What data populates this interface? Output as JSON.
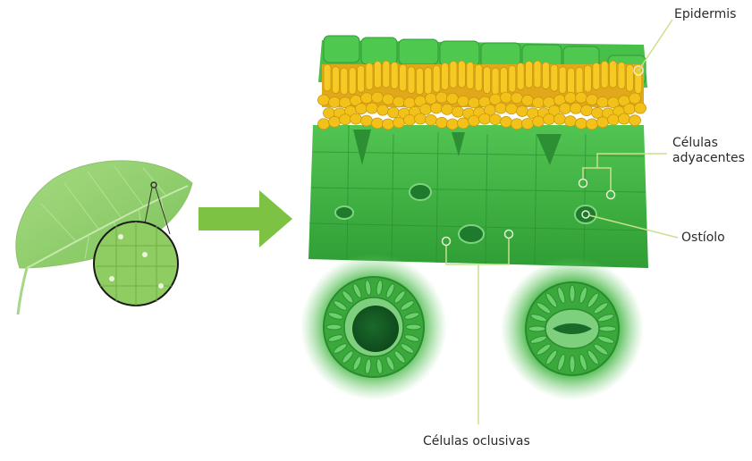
{
  "labels": {
    "epidermis": "Epidermis",
    "adyacentes_line1": "Células",
    "adyacentes_line2": "adyacentes",
    "ostiolo": "Ostíolo",
    "oclusivas": "Células oclusivas"
  },
  "colors": {
    "leaf": "#8fcf6a",
    "arrow": "#7ec244",
    "tissue_green": "#3fb53f",
    "palisade_yellow": "#f3c21a",
    "leader_line": "#c9e08a"
  }
}
